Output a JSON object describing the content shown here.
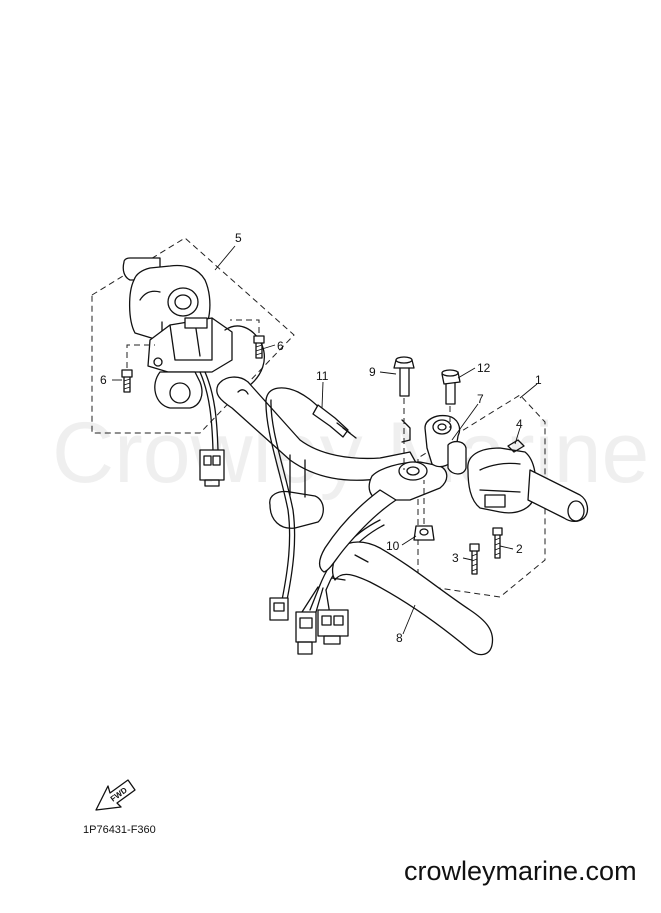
{
  "watermark": "Crowley Marine",
  "diagram_code": "1P76431-F360",
  "website": "crowleymarine.com",
  "fwd_label": "FWD",
  "callouts": {
    "c1": "1",
    "c2": "2",
    "c3": "3",
    "c4": "4",
    "c5": "5",
    "c6a": "6",
    "c6b": "6",
    "c7": "7",
    "c8": "8",
    "c9": "9",
    "c10": "10",
    "c11": "11",
    "c12": "12"
  }
}
